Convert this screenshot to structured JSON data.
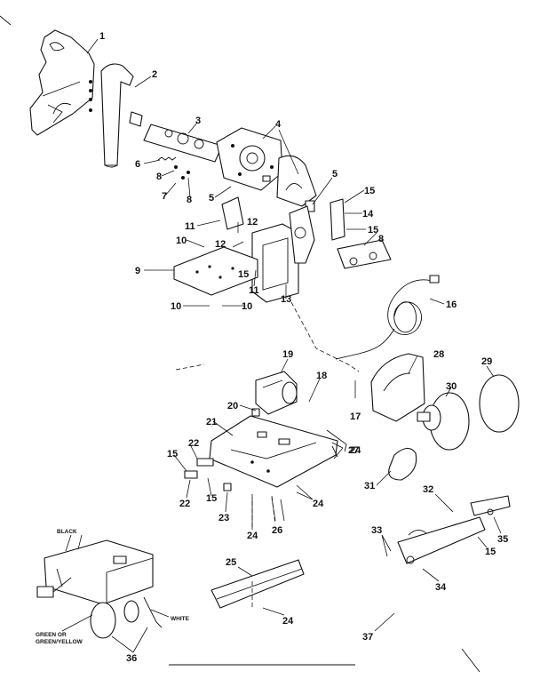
{
  "diagram": {
    "part_numbers": [
      "1",
      "2",
      "3",
      "4",
      "5",
      "5",
      "6",
      "7",
      "8",
      "8",
      "9",
      "10",
      "10",
      "10",
      "11",
      "11",
      "12",
      "12",
      "13",
      "14",
      "15",
      "15",
      "15",
      "16",
      "8",
      "19",
      "18",
      "20",
      "17",
      "21",
      "22",
      "15",
      "22",
      "15",
      "23",
      "24",
      "24",
      "26",
      "24",
      "25",
      "24",
      "27",
      "28",
      "29",
      "30",
      "31",
      "32",
      "33",
      "35",
      "15",
      "34",
      "36",
      "37"
    ],
    "wire_labels": {
      "black": "BLACK",
      "green1": "GREEN OR",
      "green2": "GREEN/YELLOW",
      "white": "WHITE"
    }
  }
}
